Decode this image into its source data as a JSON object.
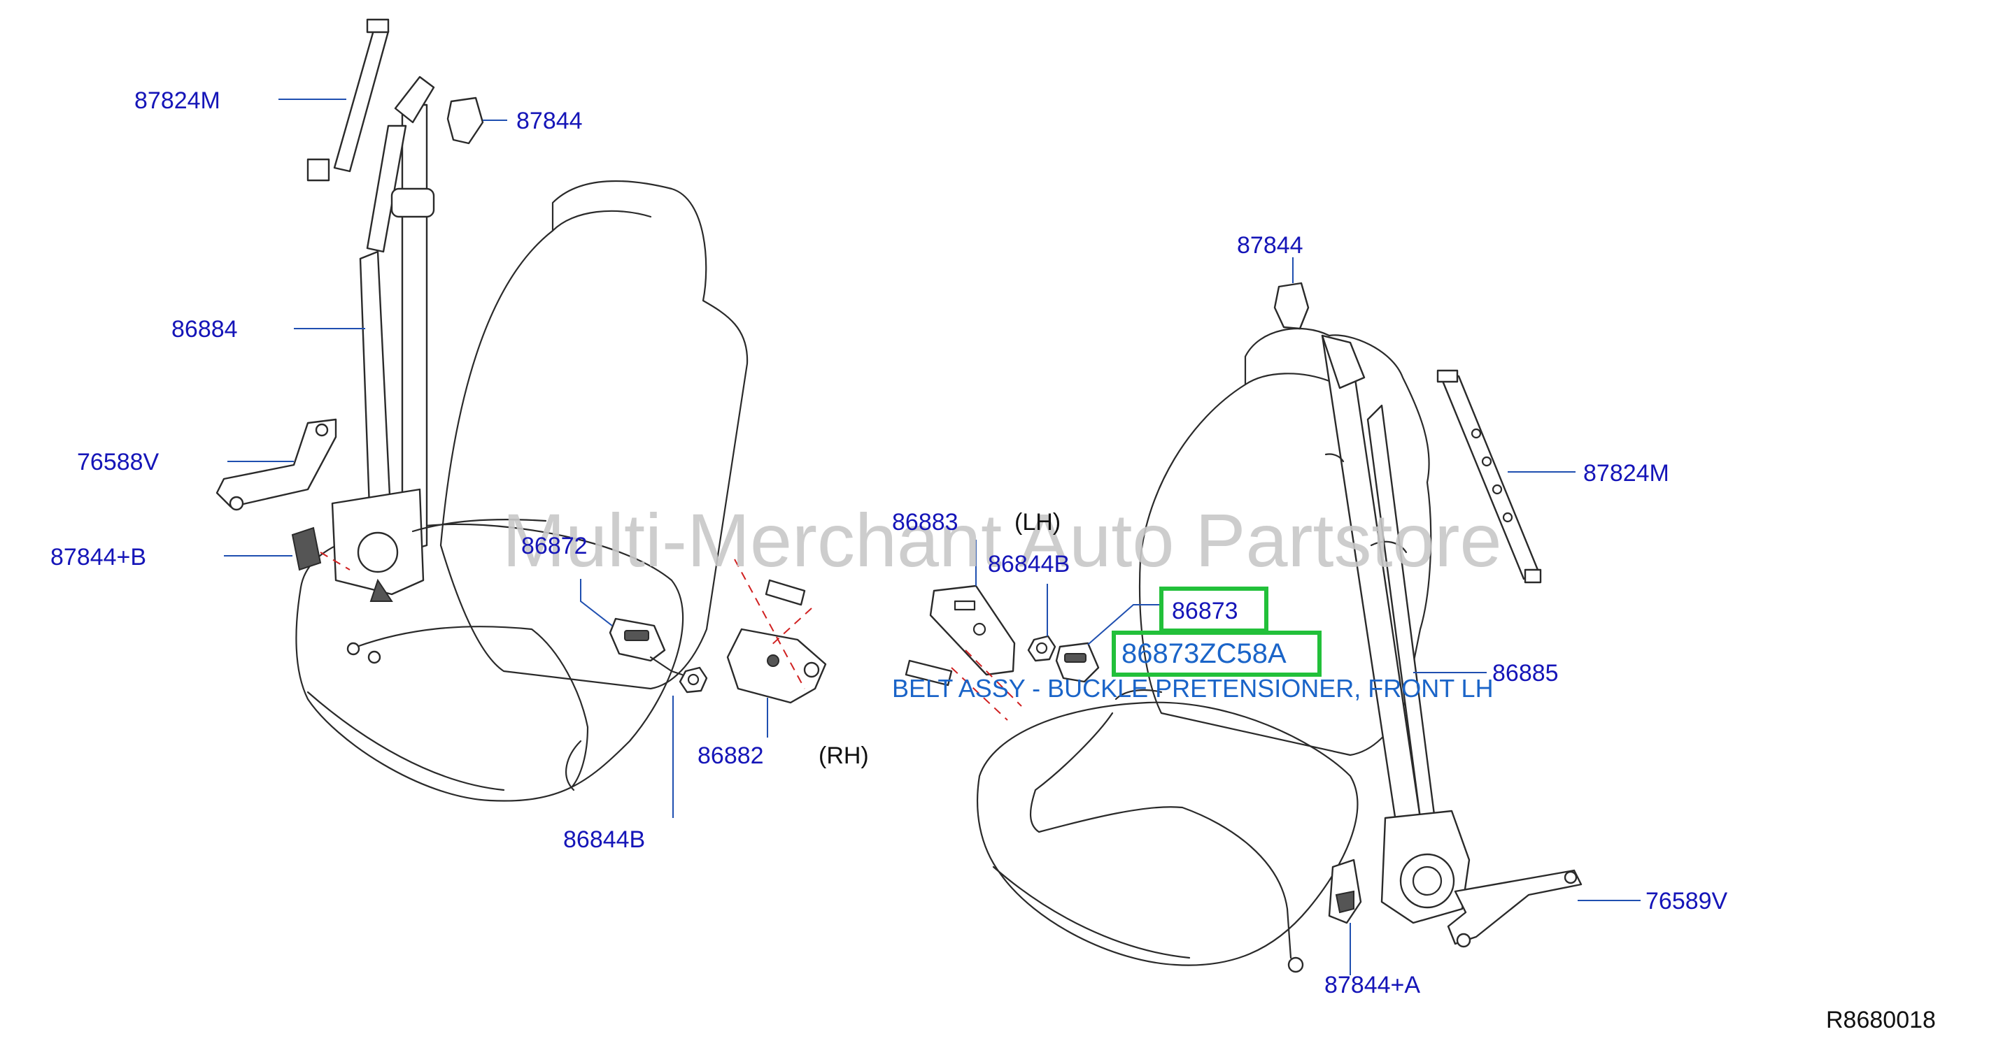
{
  "watermark": "Multi-Merchant Auto Partstore",
  "diagram_code": "R8680018",
  "side_labels": {
    "rh": "(RH)",
    "lh": "(LH)"
  },
  "callouts": {
    "c87824m_left": "87824M",
    "c87844_left": "87844",
    "c86884": "86884",
    "c76588v": "76588V",
    "c87844b_left": "87844+B",
    "c86872": "86872",
    "c86844b_left": "86844B",
    "c86882": "86882",
    "c86883": "86883",
    "c86844b_right": "86844B",
    "c86873": "86873",
    "c86873zc58a": "86873ZC58A",
    "description": "BELT ASSY - BUCKLE PRETENSIONER, FRONT LH",
    "c86885": "86885",
    "c87844_right": "87844",
    "c87824m_right": "87824M",
    "c76589v": "76589V",
    "c87844a": "87844+A"
  },
  "colors": {
    "label": "#1515b8",
    "description": "#1a64c8",
    "highlight_box": "#22c03a",
    "watermark": "#c8c8c8",
    "leader": "#1f4fb0"
  }
}
